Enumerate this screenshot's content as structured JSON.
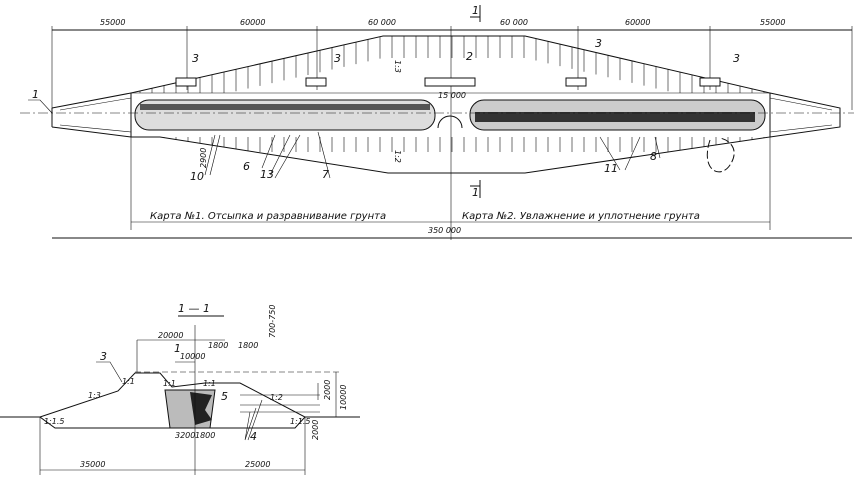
{
  "plan": {
    "dims_top": [
      "55000",
      "60000",
      "60 000",
      "60 000",
      "60000",
      "55000"
    ],
    "total_length": "350 000",
    "center_width": "15 000",
    "slope_top": "1:3",
    "slope_bottom": "1:2",
    "callouts": [
      "1",
      "2",
      "3",
      "6",
      "7",
      "8",
      "10",
      "11",
      "13"
    ],
    "callout_10_dim": "2900",
    "section_mark": "1",
    "map1": "Карта №1. Отсыпка и разравнивание грунта",
    "map2": "Карта №2. Увлажнение и уплотнение грунта"
  },
  "section": {
    "title": "1 — 1",
    "dims": {
      "crest": "20000",
      "half": "10000",
      "d1800a": "1800",
      "d1800b": "1800",
      "layer": "700-750",
      "h2000": "2000",
      "h10000": "10000",
      "base2000": "2000",
      "left": "35000",
      "right": "25000",
      "core_a": "3200",
      "core_b": "1800"
    },
    "slopes": [
      "1:3",
      "1:1",
      "1:1",
      "1:1",
      "1:2",
      "1:1.5",
      "1:1.5"
    ],
    "callouts": [
      "3",
      "1",
      "5",
      "4"
    ]
  }
}
